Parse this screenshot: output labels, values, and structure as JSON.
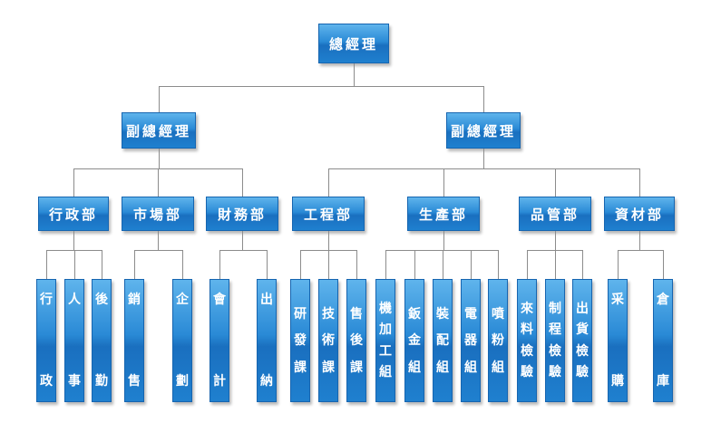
{
  "root": "總經理",
  "vice_presidents": [
    {
      "label": "副總經理",
      "departments": [
        {
          "label": "行政部",
          "units": [
            {
              "chars": [
                "行",
                "政"
              ]
            },
            {
              "chars": [
                "人",
                "事"
              ]
            },
            {
              "chars": [
                "後",
                "勤"
              ]
            }
          ]
        },
        {
          "label": "市場部",
          "units": [
            {
              "chars": [
                "銷",
                "售"
              ]
            },
            {
              "chars": [
                "企",
                "劃"
              ]
            }
          ]
        },
        {
          "label": "財務部",
          "units": [
            {
              "chars": [
                "會",
                "計"
              ]
            },
            {
              "chars": [
                "出",
                "納"
              ]
            }
          ]
        }
      ]
    },
    {
      "label": "副總經理",
      "departments": [
        {
          "label": "工程部",
          "units": [
            {
              "chars": [
                "研",
                "發",
                "課"
              ]
            },
            {
              "chars": [
                "技",
                "術",
                "課"
              ]
            },
            {
              "chars": [
                "售",
                "後",
                "課"
              ]
            }
          ]
        },
        {
          "label": "生產部",
          "units": [
            {
              "chars": [
                "機",
                "加",
                "工",
                "組"
              ]
            },
            {
              "chars": [
                "鈑",
                "金",
                "組"
              ]
            },
            {
              "chars": [
                "裝",
                "配",
                "組"
              ]
            },
            {
              "chars": [
                "電",
                "器",
                "組"
              ]
            },
            {
              "chars": [
                "噴",
                "粉",
                "組"
              ]
            }
          ]
        },
        {
          "label": "品管部",
          "units": [
            {
              "chars": [
                "來",
                "料",
                "檢",
                "驗"
              ]
            },
            {
              "chars": [
                "制",
                "程",
                "檢",
                "驗"
              ]
            },
            {
              "chars": [
                "出",
                "貨",
                "檢",
                "驗"
              ]
            }
          ]
        },
        {
          "label": "資材部",
          "units": [
            {
              "chars": [
                "采",
                "購"
              ]
            },
            {
              "chars": [
                "倉",
                "庫"
              ]
            }
          ]
        }
      ]
    }
  ]
}
